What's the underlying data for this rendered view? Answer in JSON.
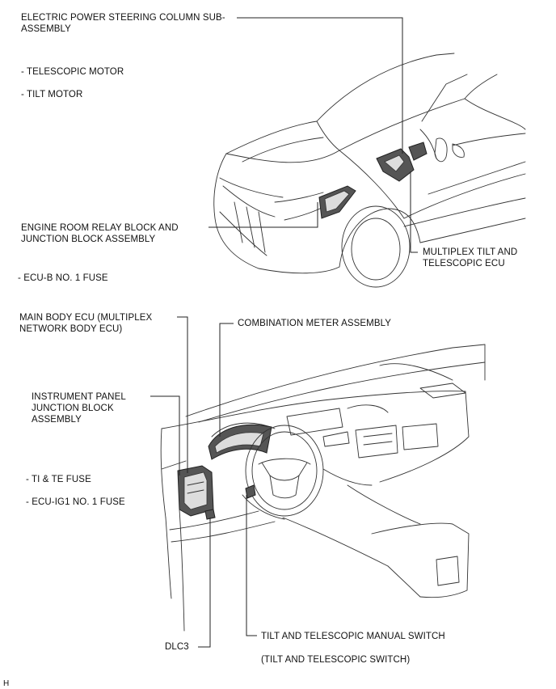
{
  "labels": {
    "eps_column_line1": "ELECTRIC POWER STEERING COLUMN SUB-",
    "eps_column_line2": "ASSEMBLY",
    "telescopic_motor": "- TELESCOPIC MOTOR",
    "tilt_motor": "- TILT MOTOR",
    "engine_room_line1": "ENGINE ROOM RELAY BLOCK AND",
    "engine_room_line2": "JUNCTION BLOCK ASSEMBLY",
    "ecu_b_fuse": "- ECU-B NO. 1 FUSE",
    "multiplex_ecu_line1": "MULTIPLEX TILT AND",
    "multiplex_ecu_line2": "TELESCOPIC ECU",
    "main_body_ecu_line1": "MAIN BODY ECU (MULTIPLEX",
    "main_body_ecu_line2": "NETWORK BODY ECU)",
    "combination_meter": "COMBINATION METER ASSEMBLY",
    "instrument_panel_line1": "INSTRUMENT PANEL",
    "instrument_panel_line2": "JUNCTION BLOCK",
    "instrument_panel_line3": "ASSEMBLY",
    "ti_te_fuse": "- TI & TE FUSE",
    "ecu_ig1_fuse": "- ECU-IG1 NO. 1 FUSE",
    "tilt_switch_line1": "TILT AND TELESCOPIC MANUAL SWITCH",
    "tilt_switch_line2": "(TILT AND TELESCOPIC SWITCH)",
    "dlc3": "DLC3",
    "corner_mark": "H"
  }
}
